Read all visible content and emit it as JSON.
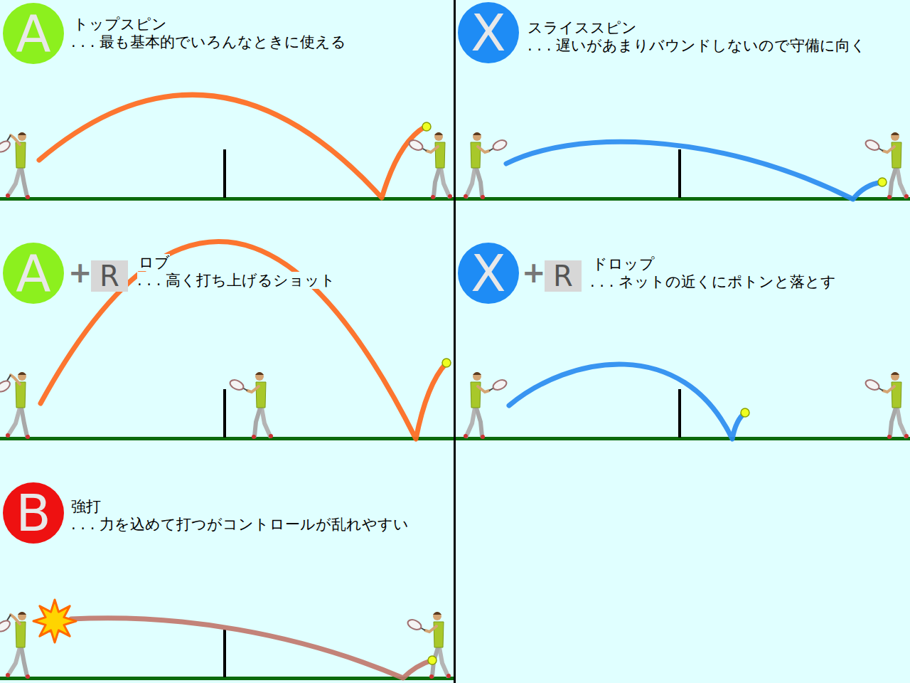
{
  "diagram": {
    "nodes": [
      {
        "text": [
          "A"
        ]
      },
      {
        "text": [
          "X"
        ]
      },
      {
        "text": [
          "A"
        ]
      },
      {
        "text": [
          "R"
        ]
      },
      {
        "text": [
          "X"
        ]
      },
      {
        "text": [
          "R"
        ]
      },
      {
        "text": [
          "B"
        ]
      }
    ],
    "labels": [
      "トップスピン",
      ". . . 最も基本的でいろんなときに使える",
      "スライススピン",
      ". . . 遅いがあまりバウンドしないので守備に向く",
      "+",
      "ロブ",
      ". . . 高く打ち上げるショット",
      "+",
      "ドロップ",
      ". . . ネットの近くにポトンと落とす",
      "強打",
      ". . . 力を込めて打つがコントロールが乱れやすい"
    ]
  }
}
